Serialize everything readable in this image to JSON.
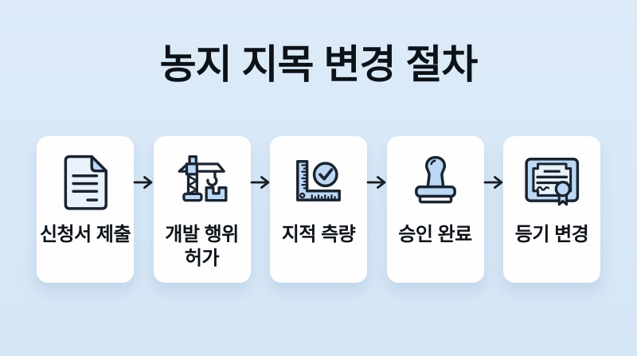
{
  "title": "농지 지목 변경 절차",
  "flow": {
    "arrow_icon": "arrow-right",
    "steps": [
      {
        "label": "신청서 제출",
        "icon": "document"
      },
      {
        "label": "개발 행위\n허가",
        "icon": "construction-crane"
      },
      {
        "label": "지적 측량",
        "icon": "ruler-with-check"
      },
      {
        "label": "승인 완료",
        "icon": "approval-stamp"
      },
      {
        "label": "등기 변경",
        "icon": "certificate-with-ribbon"
      }
    ]
  },
  "colors": {
    "background_top": "#DDEBF9",
    "background_bottom": "#D5E6F5",
    "card_background": "#FEFEFF",
    "icon_outline": "#1A2430",
    "icon_fill_light_blue": "#BCD8F5",
    "icon_fill_pale_blue": "#E9F2FB",
    "text": "#0D1218"
  }
}
